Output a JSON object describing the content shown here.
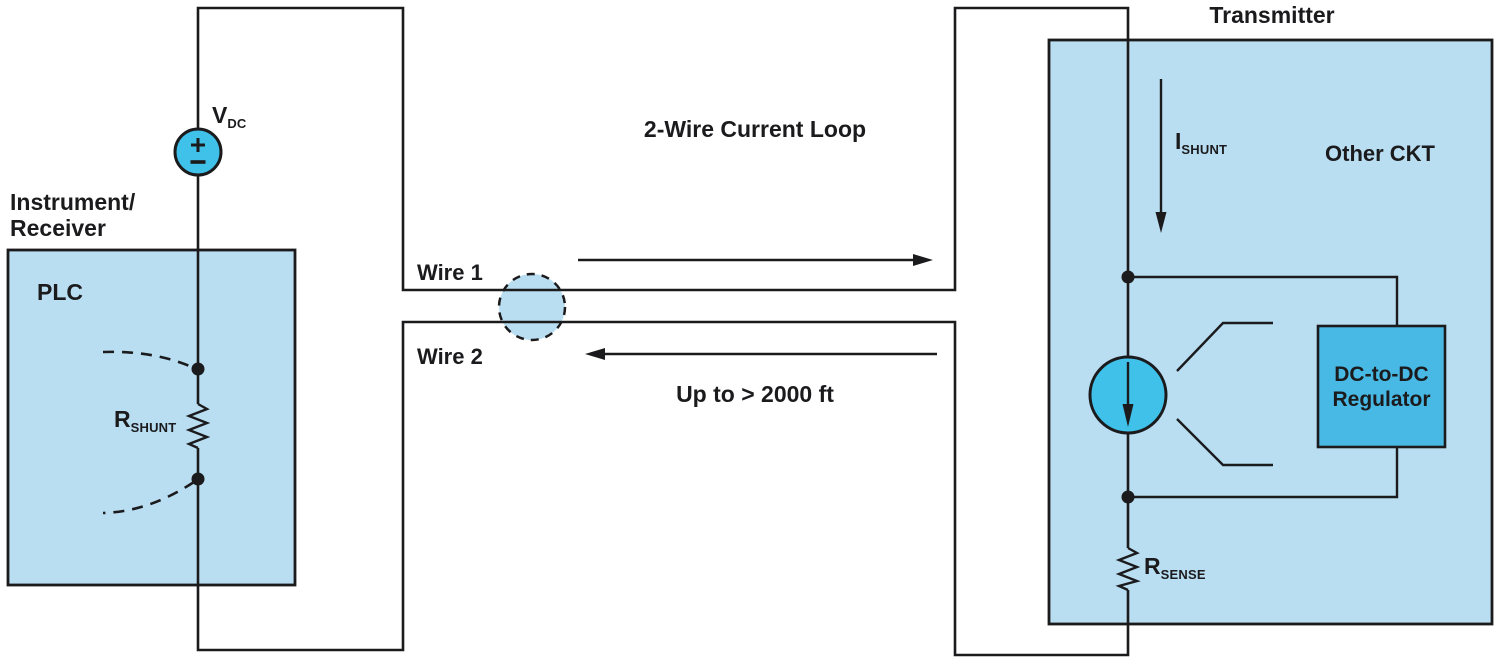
{
  "loop": {
    "title": "2-Wire Current Loop",
    "distance_note": "Up to > 2000 ft",
    "wire1_label": "Wire 1",
    "wire2_label": "Wire 2"
  },
  "receiver": {
    "title_line1": "Instrument/",
    "title_line2": "Receiver",
    "box_label": "PLC",
    "source": {
      "base": "V",
      "sub": "DC"
    },
    "shunt": {
      "base": "R",
      "sub": "SHUNT"
    }
  },
  "transmitter": {
    "title": "Transmitter",
    "current": {
      "base": "I",
      "sub": "SHUNT"
    },
    "other_ckt": "Other CKT",
    "regulator_line1": "DC-to-DC",
    "regulator_line2": "Regulator",
    "sense": {
      "base": "R",
      "sub": "SENSE"
    }
  },
  "colors": {
    "box_light_blue": "#b9def2",
    "source_blue": "#3fc1ea",
    "regulator_blue": "#47b9e4",
    "line_black": "#1b1b1d"
  }
}
